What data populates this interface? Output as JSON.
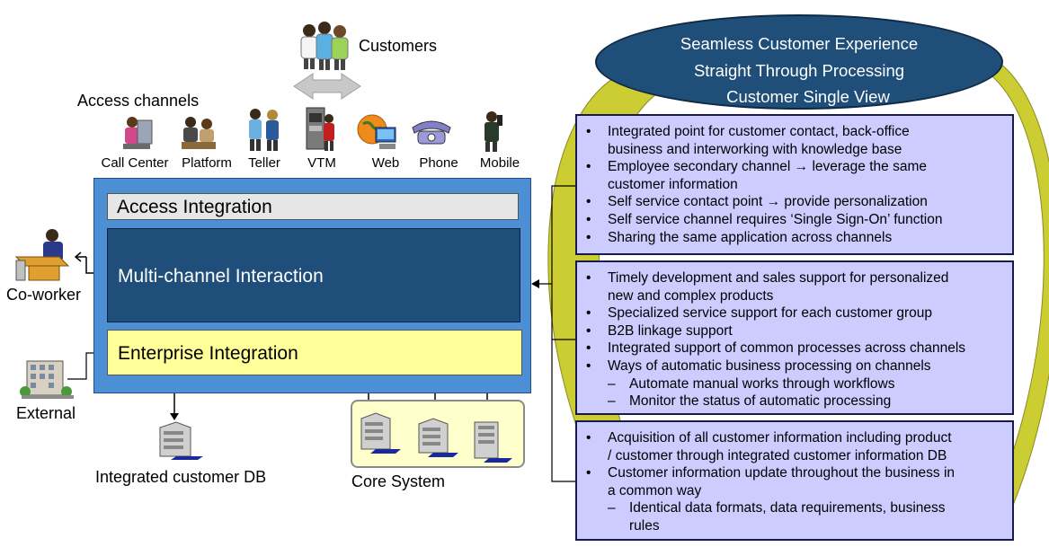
{
  "customers": {
    "label": "Customers"
  },
  "access_channels": {
    "title": "Access channels",
    "items": [
      {
        "label": "Call Center",
        "icon": "call-center-icon"
      },
      {
        "label": "Platform",
        "icon": "platform-icon"
      },
      {
        "label": "Teller",
        "icon": "teller-icon"
      },
      {
        "label": "VTM",
        "icon": "vtm-icon"
      },
      {
        "label": "Web",
        "icon": "web-icon"
      },
      {
        "label": "Phone",
        "icon": "phone-icon"
      },
      {
        "label": "Mobile",
        "icon": "mobile-icon"
      }
    ]
  },
  "layers": {
    "access": "Access Integration",
    "multi": "Multi-channel Interaction",
    "enterprise": "Enterprise Integration"
  },
  "left": {
    "coworker": "Co-worker",
    "external": "External"
  },
  "bottom": {
    "db": "Integrated customer DB",
    "core": "Core System"
  },
  "goals": {
    "line1": "Seamless Customer Experience",
    "line2": "Straight Through Processing",
    "line3": "Customer Single View"
  },
  "panels": {
    "p1": [
      "Integrated point for customer contact, back-office",
      "business and interworking with knowledge base",
      "Employee secondary channel → leverage the same",
      "customer information",
      "Self service contact point → provide personalization",
      "Self service channel requires ‘Single Sign-On’ function",
      "Sharing the same application across channels"
    ],
    "p2": [
      "Timely development and sales support for personalized",
      "new and complex products",
      "Specialized service support for each customer group",
      "B2B linkage support",
      "Integrated support of common processes across channels",
      "Ways of automatic business processing on channels",
      "Automate manual works through workflows",
      "Monitor the status of automatic processing"
    ],
    "p3": [
      "Acquisition of all customer information including product",
      "/ customer through integrated customer information DB",
      "Customer information update throughout the business in",
      "a common way",
      "Identical data formats, data requirements, business",
      "rules"
    ]
  },
  "colors": {
    "main_box": "#4d8fd4",
    "multi_box": "#1f4e7a",
    "enterprise_bar": "#ffff99",
    "panel_fill": "#ccccff",
    "ellipse": "#1f4e79",
    "arc": "#cccc33"
  }
}
